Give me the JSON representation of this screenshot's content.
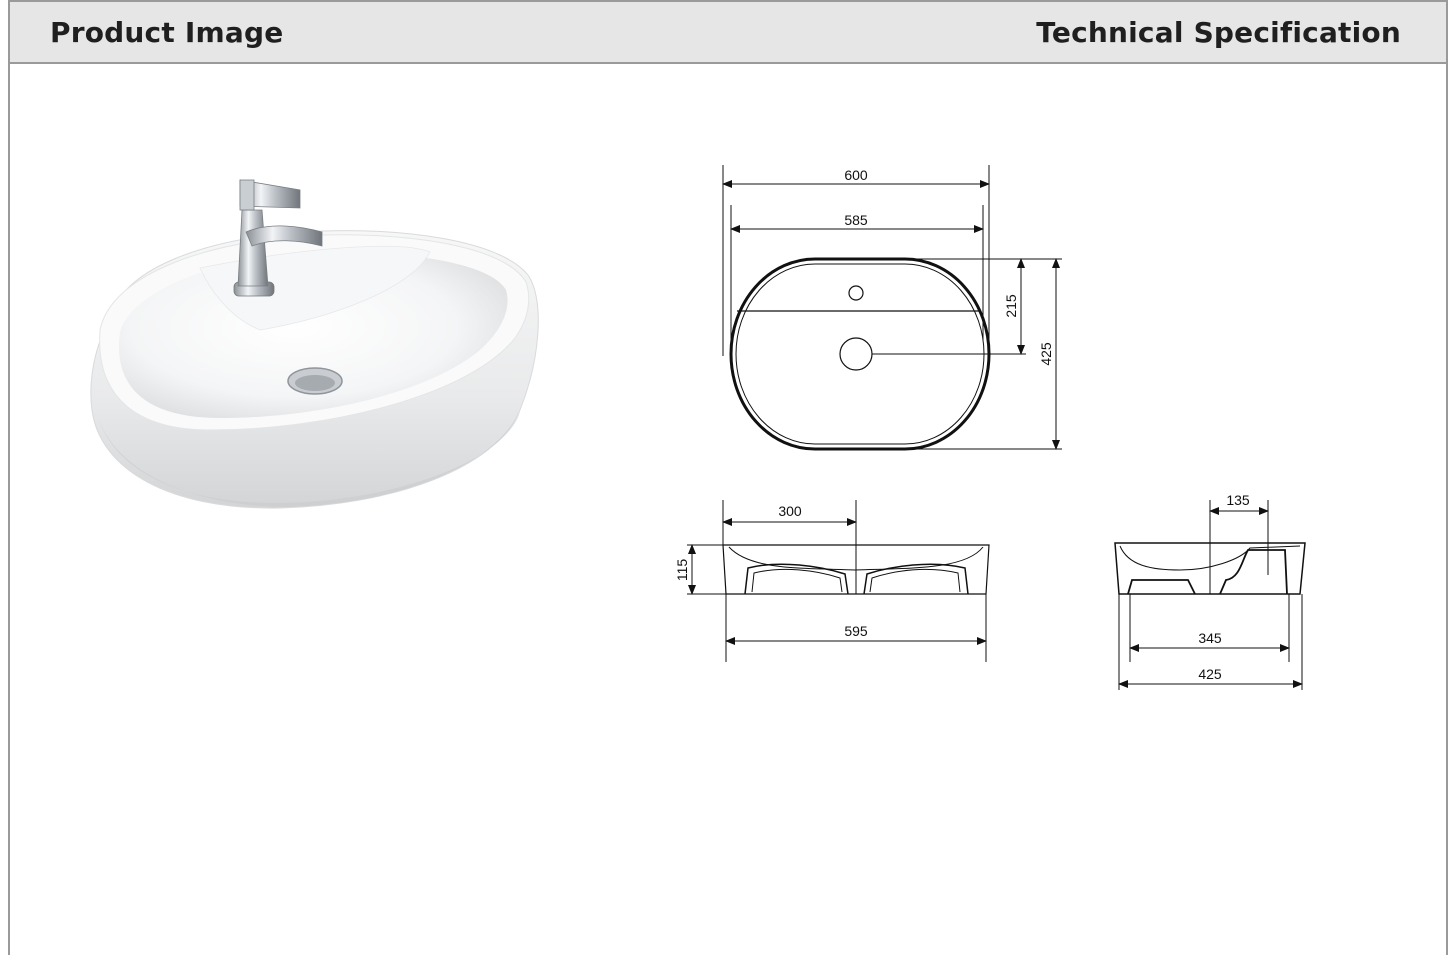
{
  "header": {
    "left_title": "Product Image",
    "right_title": "Technical Specification"
  },
  "dimensions": {
    "top_overall_width": "600",
    "top_inner_width": "585",
    "top_tap_to_drain": "215",
    "top_overall_depth": "425",
    "front_half_width": "300",
    "front_height": "115",
    "front_base_width": "595",
    "side_offset": "135",
    "side_inner_width": "345",
    "side_overall_width": "425"
  },
  "colors": {
    "header_bg": "#e6e6e6",
    "border": "#9a9a9a",
    "title_text": "#1f1f1f",
    "line": "#111111"
  },
  "icons": [
    "basin-photo",
    "faucet-icon"
  ]
}
